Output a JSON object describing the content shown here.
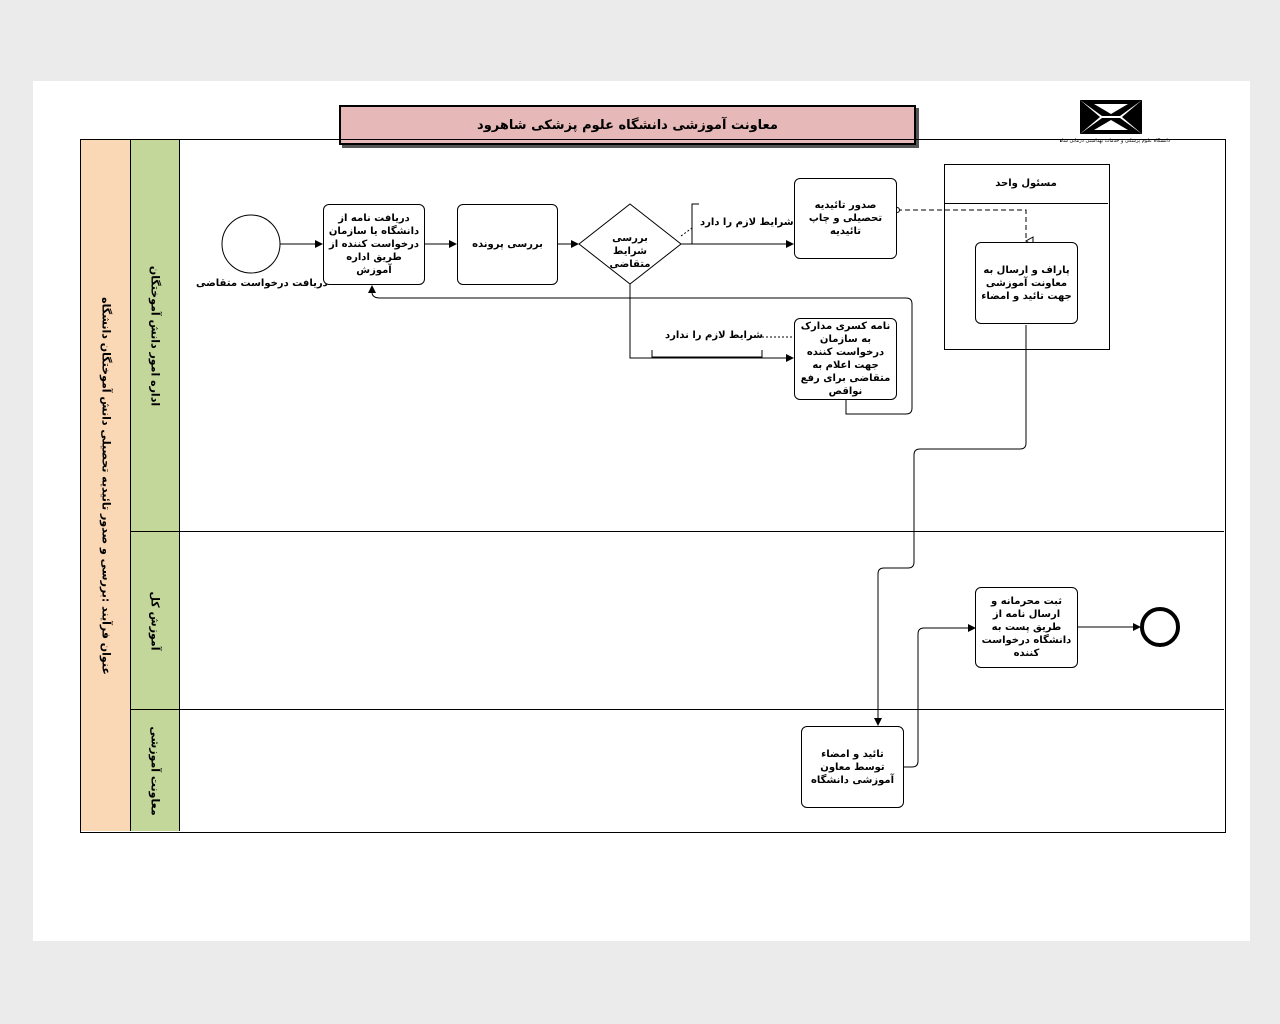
{
  "header": {
    "title": "معاونت آموزشی دانشگاه علوم پزشکی شاهرود",
    "logo_caption": "دانشگاه علوم پزشکی و خدمات بهداشتی درمانی شاهرود"
  },
  "pool": {
    "title": "عنوان فرآیند :بررسی و صدور تائیدیه تحصیلی دانش آموختگان دانشگاه"
  },
  "lanes": [
    {
      "label": "اداره امور دانش آموختگان"
    },
    {
      "label": "آموزش کل"
    },
    {
      "label": "معاونت آموزشی"
    }
  ],
  "events": {
    "start_label": "دریافت درخواست متقاضی"
  },
  "tasks": {
    "receive_letter": "دریافت نامه از دانشگاه یا سازمان درخواست کننده از طریق اداره آموزش",
    "review_file": "بررسی پرونده",
    "gateway": "بررسی شرایط متقاضی",
    "issue_confirmation": "صدور تائیدیه تحصیلی و چاپ تائیدیه",
    "paraph_send": "پاراف و ارسال به معاونت آموزشی جهت تائید و امضاء",
    "missing_docs_letter": "نامه کسری مدارک به سازمان درخواست کننده جهت اعلام به متقاضی برای رفع نواقص",
    "register_send": "ثبت محرمانه و ارسال نامه از طریق پست به دانشگاه درخواست کننده",
    "approve_sign": "تائید و امضاء توسط معاون آموزشی دانشگاه"
  },
  "conditions": {
    "has_conditions": "شرایط لازم را دارد",
    "no_conditions": "شرایط لازم را ندارد"
  },
  "unit": {
    "title": "مسئول واحد"
  }
}
